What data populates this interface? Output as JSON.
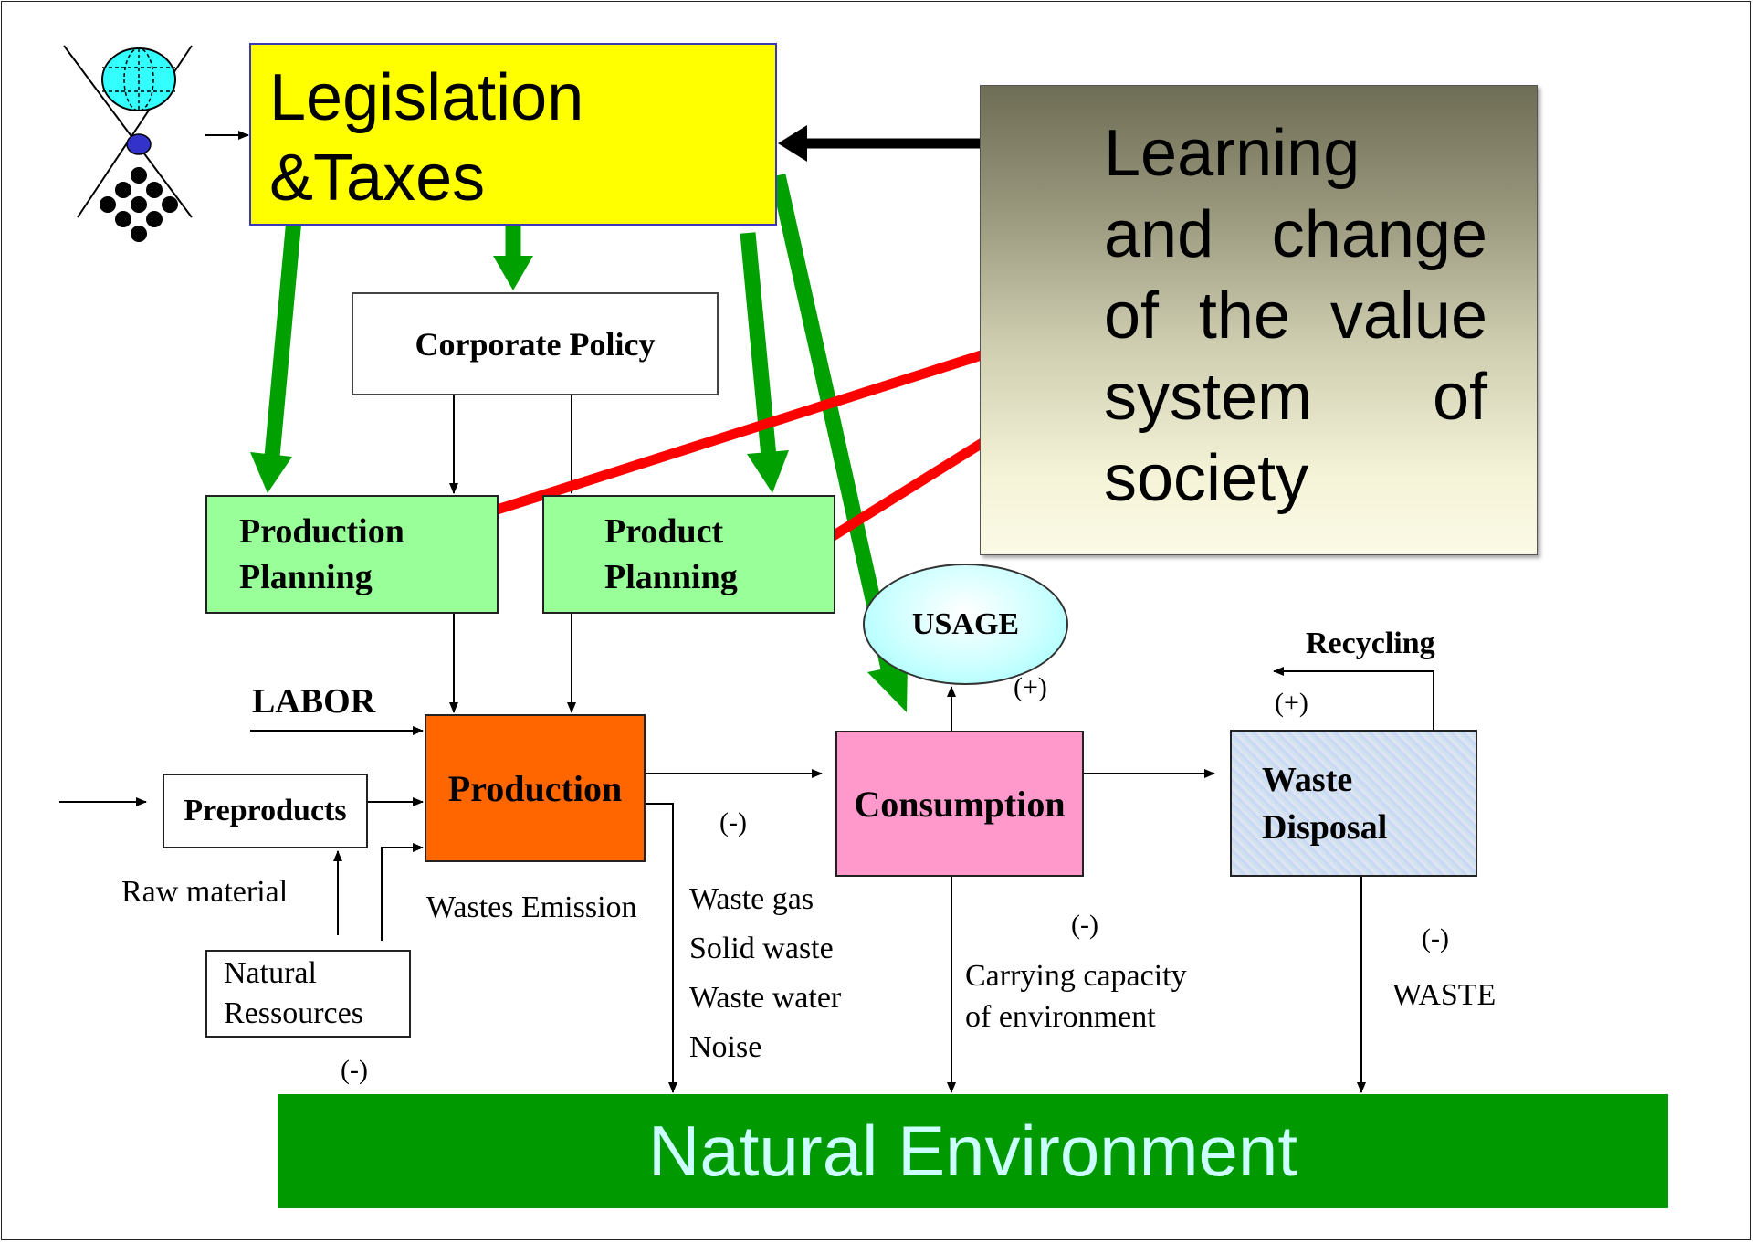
{
  "legislation": {
    "text": "Legislation\n&Taxes"
  },
  "learning": {
    "text": "Learning and change of the value system of society"
  },
  "corporate_policy": "Corporate Policy",
  "production_planning": "Production\nPlanning",
  "product_planning": "Product\nPlanning",
  "usage": "USAGE",
  "labor": "LABOR",
  "production": "Production",
  "preproducts": "Preproducts",
  "consumption": "Consumption",
  "waste_disposal": "Waste\nDisposal",
  "recycling": "Recycling",
  "raw_material": "Raw material",
  "natural_resources": "Natural\nRessources",
  "wastes_emission": "Wastes Emission",
  "emissions": [
    "Waste gas",
    "Solid waste",
    "Waste water",
    "Noise"
  ],
  "carrying_capacity": [
    "Carrying capacity",
    "of environment"
  ],
  "waste_label": "WASTE",
  "signs": {
    "usage_plus": "(+)",
    "recycling_plus": "(+)",
    "production_minus": "(-)",
    "resources_minus": "(-)",
    "consumption_minus": "(-)",
    "waste_minus": "(-)"
  },
  "natural_environment": "Natural Environment",
  "colors": {
    "legislation_fill": "#ffff00",
    "planning_fill": "#99ff99",
    "production_fill": "#ff6600",
    "consumption_fill": "#ff99cc",
    "environment_fill": "#009900",
    "environment_text": "#ccffff",
    "influence_arrow": "#00a000",
    "value_arrow": "#ff0000"
  },
  "icons": [
    "globe-network-icon"
  ]
}
